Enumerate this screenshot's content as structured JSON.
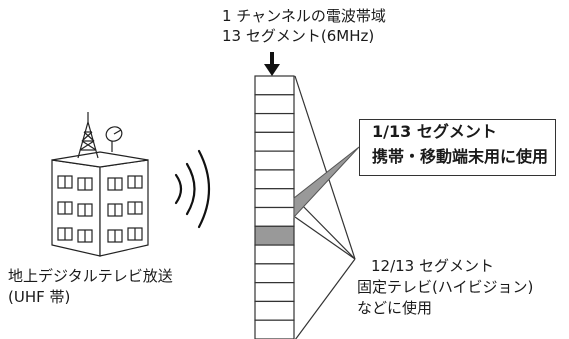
{
  "channel": {
    "title": "1 チャンネルの電波帯域",
    "subtitle": "13 セグメント(6MHz)",
    "segment_count": 13,
    "highlighted_segment_index": 8
  },
  "building": {
    "label": "地上デジタルテレビ放送",
    "sub": "(UHF 帯)"
  },
  "mobile_callout": {
    "title": "1/13 セグメント",
    "sub": "携帯・移動端末用に使用"
  },
  "fixed_callout": {
    "title": "12/13 セグメント",
    "sub": "固定テレビ(ハイビジョン)",
    "sub2": "などに使用"
  },
  "colors": {
    "stroke": "#333333",
    "highlight": "#999999"
  }
}
